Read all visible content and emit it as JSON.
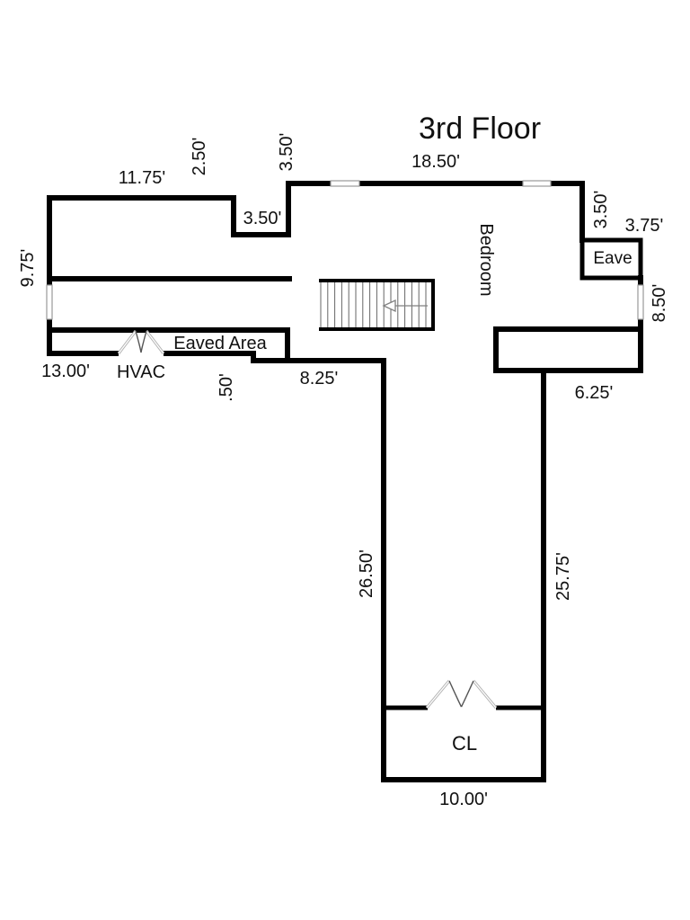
{
  "title": "3rd Floor",
  "labels": {
    "bedroom": "Bedroom",
    "eave": "Eave",
    "eaved_area": "Eaved Area",
    "hvac": "HVAC",
    "closet": "CL"
  },
  "dimensions": {
    "top_left_width": "11.75'",
    "top_step_depth": "2.50'",
    "top_step_width": "3.50'",
    "bedroom_left_rise": "3.50'",
    "bedroom_top_width": "18.50'",
    "bedroom_right_drop": "3.50'",
    "eave_width": "3.75'",
    "left_wall_height": "9.75'",
    "right_wall_height": "8.50'",
    "bottom_left_width": "13.00'",
    "eaved_step_depth": ".50'",
    "hall_top_width": "8.25'",
    "right_eave_width": "6.25'",
    "hall_left_length": "26.50'",
    "hall_right_length": "25.75'",
    "closet_width": "10.00'"
  },
  "symbols": {
    "staircase": "stairs-with-left-arrow",
    "hvac_door": "double-swing-door",
    "closet_door": "double-swing-door",
    "windows": "inset-window"
  },
  "colors": {
    "wall": "#000000",
    "window_outline": "#9a9a9a",
    "door_leaf": "#b3b3b3",
    "door_arc": "#555555",
    "stair_tread": "#666666",
    "stair_frame": "#000000",
    "arrow": "#808080",
    "text": "#111111",
    "background": "#ffffff"
  }
}
